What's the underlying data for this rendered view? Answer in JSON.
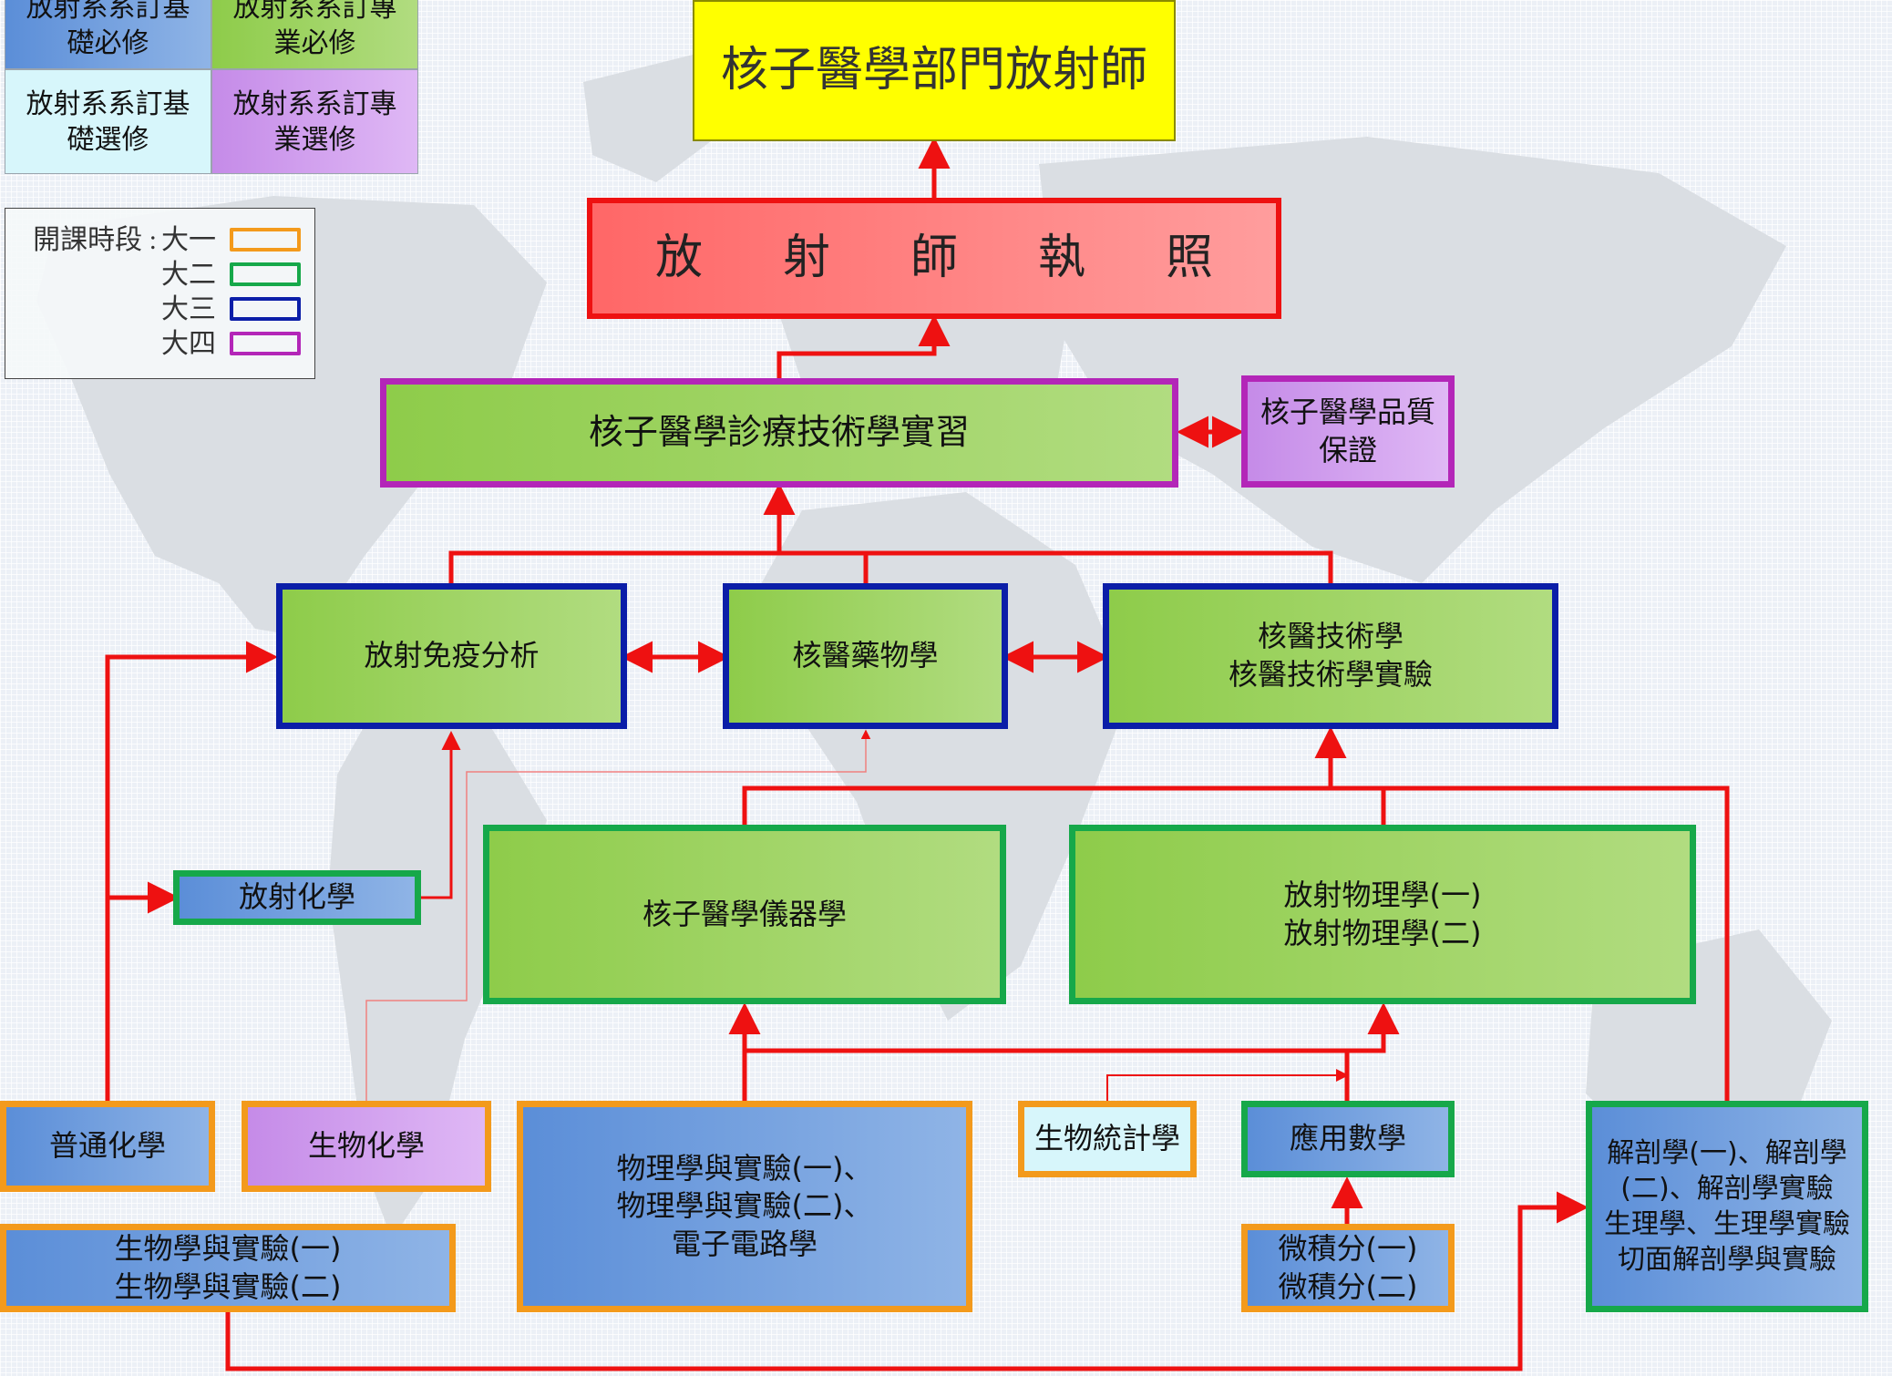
{
  "legend": {
    "categories": [
      {
        "label": "放射系系訂基\n礎必修",
        "color": "#6b9ade"
      },
      {
        "label": "放射系系訂專\n業必修",
        "color": "#9bd35c"
      },
      {
        "label": "放射系系訂基\n礎選修",
        "color": "#d7f6fb"
      },
      {
        "label": "放射系系訂專\n業選修",
        "color": "#d19cf0"
      }
    ],
    "years_title": "開課時段 :",
    "years": [
      {
        "label": "大一",
        "color": "#f39a1c"
      },
      {
        "label": "大二",
        "color": "#16a84a"
      },
      {
        "label": "大三",
        "color": "#0b1ea8"
      },
      {
        "label": "大四",
        "color": "#b326b8"
      }
    ]
  },
  "nodes": {
    "final": "核子醫學部門放射師",
    "license": "放射師執照",
    "internship": "核子醫學診療技術學實習",
    "qa": "核子醫學品質\n保證",
    "radioimmuno": "放射免疫分析",
    "nuclear_pharmacy": "核醫藥物學",
    "nuclear_tech": "核醫技術學\n核醫技術學實驗",
    "radiochem": "放射化學",
    "instrumentation": "核子醫學儀器學",
    "rad_physics": "放射物理學(一)\n放射物理學(二)",
    "gen_chem": "普通化學",
    "biochem": "生物化學",
    "physics_lab": "物理學與實驗(一)、\n物理學與實驗(二)、\n電子電路學",
    "biostat": "生物統計學",
    "applied_math": "應用數學",
    "anatomy": "解剖學(一)、解剖學\n(二)、解剖學實驗\n生理學、生理學實驗\n切面解剖學與實驗",
    "biology": "生物學與實驗(一)\n生物學與實驗(二)",
    "calculus": "微積分(一)\n微積分(二)"
  }
}
